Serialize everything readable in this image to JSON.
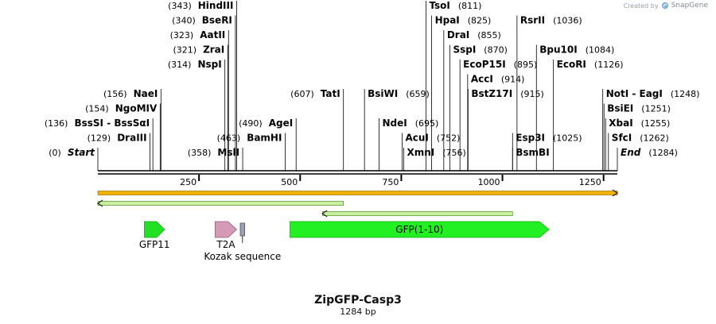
{
  "credit": {
    "prefix": "Created by",
    "brand": "SnapGene",
    "icon": "snapgene-logo-icon"
  },
  "title": "ZipGFP-Casp3",
  "subtitle": "1284 bp",
  "map_data": {
    "length": 1284,
    "ruler_ticks": [
      250,
      500,
      750,
      1000,
      1250
    ],
    "sites": [
      {
        "name": "Start",
        "pos": 0,
        "label": "(0)",
        "style": "italic",
        "side": "left",
        "row": 0
      },
      {
        "name": "DraIII",
        "pos": 129,
        "label": "(129)",
        "side": "left",
        "row": 1
      },
      {
        "name": "BssSI  -  BssSαI",
        "pos": 136,
        "label": "(136)",
        "side": "left",
        "row": 2
      },
      {
        "name": "NgoMIV",
        "pos": 154,
        "label": "(154)",
        "side": "left",
        "row": 3
      },
      {
        "name": "NaeI",
        "pos": 156,
        "label": "(156)",
        "side": "left",
        "row": 4
      },
      {
        "name": "MslI",
        "pos": 358,
        "label": "(358)",
        "side": "left",
        "row": 0
      },
      {
        "name": "NspI",
        "pos": 314,
        "label": "(314)",
        "side": "left",
        "row": 6
      },
      {
        "name": "ZraI",
        "pos": 321,
        "label": "(321)",
        "side": "left",
        "row": 7
      },
      {
        "name": "AatII",
        "pos": 323,
        "label": "(323)",
        "side": "left",
        "row": 8
      },
      {
        "name": "BseRI",
        "pos": 340,
        "label": "(340)",
        "side": "left",
        "row": 9
      },
      {
        "name": "HindIII",
        "pos": 343,
        "label": "(343)",
        "side": "left",
        "row": 10
      },
      {
        "name": "BamHI",
        "pos": 463,
        "label": "(463)",
        "side": "left",
        "row": 1
      },
      {
        "name": "AgeI",
        "pos": 490,
        "label": "(490)",
        "side": "left",
        "row": 2
      },
      {
        "name": "TatI",
        "pos": 607,
        "label": "(607)",
        "side": "left",
        "row": 4
      },
      {
        "name": "BsiWI",
        "pos": 659,
        "label": "(659)",
        "side": "right",
        "row": 4
      },
      {
        "name": "NdeI",
        "pos": 695,
        "label": "(695)",
        "side": "right",
        "row": 2
      },
      {
        "name": "AcuI",
        "pos": 752,
        "label": "(752)",
        "side": "right",
        "row": 1
      },
      {
        "name": "XmnI",
        "pos": 756,
        "label": "(756)",
        "side": "right",
        "row": 0
      },
      {
        "name": "TsoI",
        "pos": 811,
        "label": "(811)",
        "side": "right",
        "row": 10
      },
      {
        "name": "HpaI",
        "pos": 825,
        "label": "(825)",
        "side": "right",
        "row": 9
      },
      {
        "name": "DraI",
        "pos": 855,
        "label": "(855)",
        "side": "right",
        "row": 8
      },
      {
        "name": "SspI",
        "pos": 870,
        "label": "(870)",
        "side": "right",
        "row": 7
      },
      {
        "name": "EcoP15I",
        "pos": 895,
        "label": "(895)",
        "side": "right",
        "row": 6
      },
      {
        "name": "AccI",
        "pos": 914,
        "label": "(914)",
        "side": "right",
        "row": 5
      },
      {
        "name": "BstZ17I",
        "pos": 915,
        "label": "(915)",
        "side": "right",
        "row": 4
      },
      {
        "name": "Esp3I",
        "pos": 1025,
        "label": "(1025)",
        "side": "right",
        "row": 1
      },
      {
        "name": "BsmBI",
        "pos": 1025,
        "label": "",
        "side": "right",
        "row": 0
      },
      {
        "name": "RsrII",
        "pos": 1036,
        "label": "(1036)",
        "side": "right",
        "row": 9
      },
      {
        "name": "Bpu10I",
        "pos": 1084,
        "label": "(1084)",
        "side": "right",
        "row": 7
      },
      {
        "name": "EcoRI",
        "pos": 1126,
        "label": "(1126)",
        "side": "right",
        "row": 6
      },
      {
        "name": "NotI  -  EagI",
        "pos": 1248,
        "label": "(1248)",
        "side": "right",
        "row": 4
      },
      {
        "name": "BsiEI",
        "pos": 1251,
        "label": "(1251)",
        "side": "right",
        "row": 3
      },
      {
        "name": "XbaI",
        "pos": 1255,
        "label": "(1255)",
        "side": "right",
        "row": 2
      },
      {
        "name": "SfcI",
        "pos": 1262,
        "label": "(1262)",
        "side": "right",
        "row": 1
      },
      {
        "name": "End",
        "pos": 1284,
        "label": "(1284)",
        "style": "italic",
        "side": "right",
        "row": 0
      }
    ],
    "tracks": [
      {
        "name": "full-orf",
        "start": 0,
        "end": 1284,
        "dir": "forward",
        "color": "#f0b400",
        "edge": "#8a5a00",
        "row": 0
      },
      {
        "name": "orf-reverse-1",
        "start": 0,
        "end": 607,
        "dir": "reverse",
        "color": "#c7f0a0",
        "edge": "#3a7a00",
        "row": 1
      },
      {
        "name": "orf-reverse-2",
        "start": 555,
        "end": 1025,
        "dir": "reverse",
        "color": "#c7f0a0",
        "edge": "#3a7a00",
        "row": 2
      }
    ],
    "features": [
      {
        "name": "GFP11",
        "label": "GFP11",
        "start": 115,
        "end": 165,
        "dir": "forward",
        "color": "#22e022",
        "edge": "#11a811",
        "label_pos": "below"
      },
      {
        "name": "T2A",
        "label": "T2A",
        "start": 290,
        "end": 343,
        "dir": "forward",
        "color": "#d59ab5",
        "edge": "#8f5a74",
        "label_pos": "below"
      },
      {
        "name": "Kozak sequence",
        "label": "Kozak sequence",
        "start": 352,
        "end": 363,
        "dir": "none",
        "color": "#9aa0b5",
        "edge": "#555",
        "label_pos": "below-offset"
      },
      {
        "name": "GFP(1-10)",
        "label": "GFP(1-10)",
        "start": 475,
        "end": 1115,
        "dir": "forward",
        "color": "#22f022",
        "edge": "#11a811",
        "label_pos": "inside"
      }
    ]
  }
}
